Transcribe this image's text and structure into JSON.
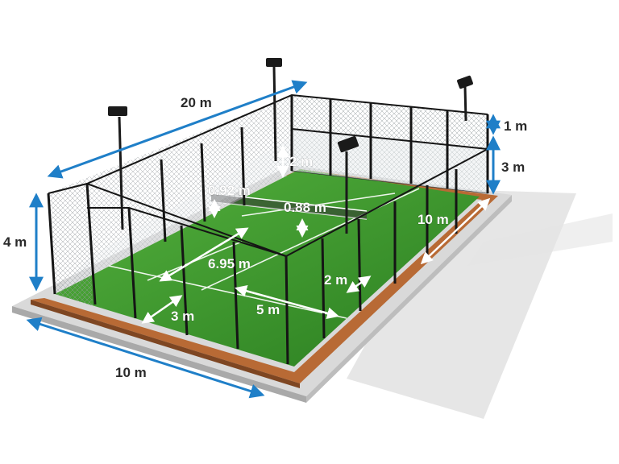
{
  "diagram": {
    "colors": {
      "dimension_arrow": "#1f7fc8",
      "inner_arrow": "#ffffff",
      "turf": "#2f8a24",
      "turf_light": "#4aa536",
      "court_line": "#ffffff",
      "frame": "#1a1a1a",
      "glass": "#e9ecee",
      "mesh": "#bfc4c7",
      "wood_deck": "#b86a35",
      "base": "#cfcfcf",
      "shadow": "#d6d6d6"
    },
    "labels": {
      "length_total": "20 m",
      "width_total": "10 m",
      "wall_height_back": "4 m",
      "fence_top": "1 m",
      "glass_back": "3 m",
      "side_glass_height": "2 m",
      "net_height_post": "0.92 m",
      "net_height_center": "0.88 m",
      "service_line_to_net": "6.95 m",
      "side_court_width": "10 m",
      "side_glass_length": "2 m",
      "service_line_to_wall": "3 m",
      "half_service_width": "5 m"
    },
    "icons": [
      "floodlight-icon",
      "floodlight-icon",
      "floodlight-icon",
      "floodlight-icon"
    ]
  }
}
